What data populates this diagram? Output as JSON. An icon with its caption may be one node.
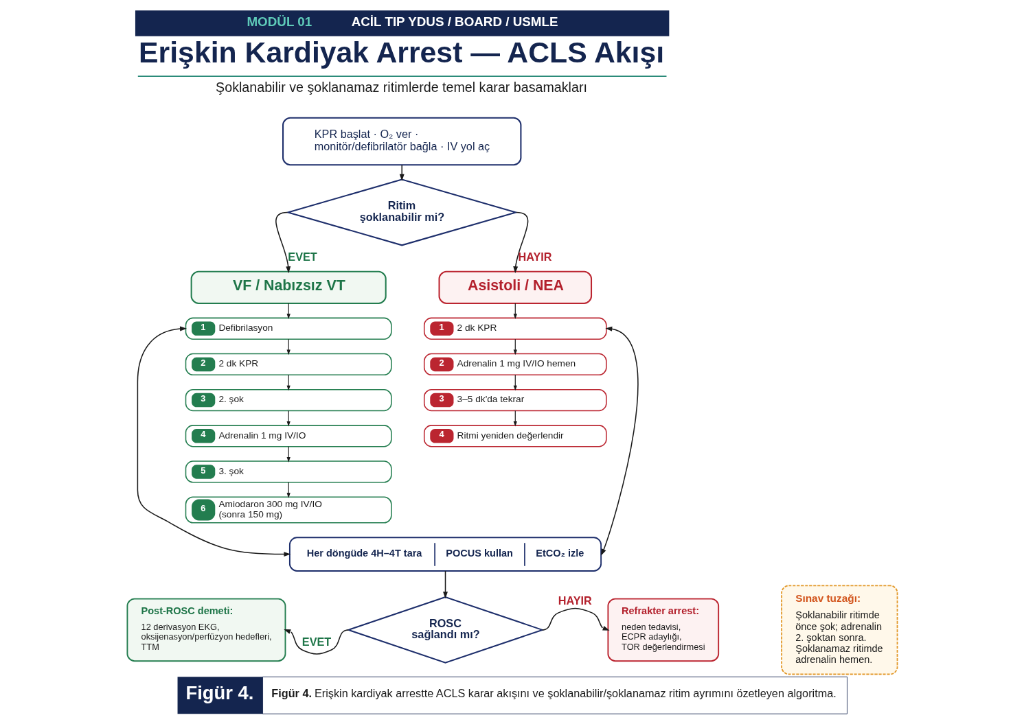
{
  "diagram": {
    "title": "Erişkin Kardiyak Arrest — ACLS Akışı",
    "caption": "**Figür 4.** Erişkin kardiyak arrestte ACLS karar akışını ve şoklanabilir/şoklanamaz ritim ayrımını özetleyen algoritma.",
    "nodes": [
      {
        "text": [
          "KPR başlat · O₂ ver · monitör/defibrilatör bağla · IV yol aç"
        ]
      },
      {
        "text": [
          "Ritim şoklanabilir mi?"
        ]
      },
      {
        "text": [
          "VF / Nabızsız VT"
        ]
      },
      {
        "text": [
          "1",
          "Defibrilasyon"
        ]
      },
      {
        "text": [
          "2",
          "2 dk KPR"
        ]
      },
      {
        "text": [
          "3",
          "2. şok"
        ]
      },
      {
        "text": [
          "4",
          "Adrenalin 1 mg IV/IO"
        ]
      },
      {
        "text": [
          "5",
          "3. şok"
        ]
      },
      {
        "text": [
          "6",
          "Amiodaron 300 mg IV/IO (sonra 150 mg)"
        ]
      },
      {
        "text": [
          "Asistoli / NEA"
        ]
      },
      {
        "text": [
          "1",
          "2 dk KPR"
        ]
      },
      {
        "text": [
          "2",
          "Adrenalin 1 mg IV/IO hemen"
        ]
      },
      {
        "text": [
          "3",
          "3–5 dk'da tekrar"
        ]
      },
      {
        "text": [
          "4",
          "Ritmi yeniden değerlendir"
        ]
      },
      {
        "text": [
          "Her döngüde 4H–4T tara",
          "POCUS kullan",
          "EtCO₂ izle"
        ]
      },
      {
        "text": [
          "ROSC sağlandı mı?"
        ]
      },
      {
        "text": [
          "Post-ROSC demeti:",
          "12 derivasyon EKG, oksijenasyon/perfüzyon hedefleri, TTM"
        ]
      },
      {
        "text": [
          "Refrakter arrest:",
          "neden tedavisi, ECPR adaylığı, TOR değerlendirmesi"
        ]
      },
      {
        "text": [
          "Sınav tuzağı:",
          "Şoklanabilir ritimde önce şok; adrenalin 2. şoktan sonra. Şoklanamaz ritimde adrenalin hemen."
        ]
      }
    ],
    "edges": [
      {
        "from": 0,
        "to": 1,
        "arrow": "to"
      },
      {
        "from": 1,
        "to": 2,
        "arrow": "to",
        "label": "EVET"
      },
      {
        "from": 1,
        "to": 9,
        "arrow": "to",
        "label": "HAYIR"
      },
      {
        "from": 2,
        "to": 3,
        "arrow": "to"
      },
      {
        "from": 3,
        "to": 4,
        "arrow": "to"
      },
      {
        "from": 4,
        "to": 5,
        "arrow": "to"
      },
      {
        "from": 5,
        "to": 6,
        "arrow": "to"
      },
      {
        "from": 6,
        "to": 7,
        "arrow": "to"
      },
      {
        "from": 7,
        "to": 8,
        "arrow": "to"
      },
      {
        "from": 9,
        "to": 10,
        "arrow": "to"
      },
      {
        "from": 10,
        "to": 11,
        "arrow": "to"
      },
      {
        "from": 11,
        "to": 12,
        "arrow": "to"
      },
      {
        "from": 12,
        "to": 13,
        "arrow": "to"
      },
      {
        "from": 3,
        "to": 14,
        "arrow": "both"
      },
      {
        "from": 10,
        "to": 14,
        "arrow": "both"
      },
      {
        "from": 14,
        "to": 15,
        "arrow": "to"
      },
      {
        "from": 15,
        "to": 16,
        "arrow": "to",
        "label": "EVET"
      },
      {
        "from": 15,
        "to": 17,
        "arrow": "to",
        "label": "HAYIR"
      }
    ],
    "labels": [
      "MODÜL 01",
      "ACİL TIP YDUS / BOARD / USMLE",
      "Şoklanabilir ve şoklanamaz ritimlerde temel karar basamakları",
      "Figür 4."
    ]
  }
}
